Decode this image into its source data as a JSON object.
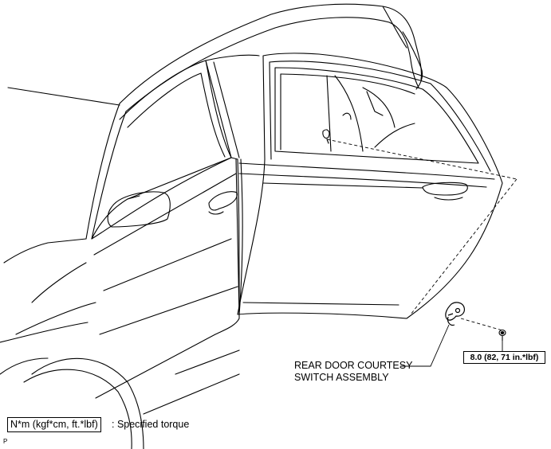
{
  "torque_value": "8.0 (82, 71 in.*lbf)",
  "callout": {
    "line1": "REAR DOOR COURTESY",
    "line2": "SWITCH ASSEMBLY"
  },
  "legend": {
    "unit_box": "N*m (kgf*cm, ft.*lbf)",
    "description": ": Specified torque"
  },
  "corner_mark": "P",
  "colors": {
    "line": "#000000",
    "background": "#ffffff"
  }
}
